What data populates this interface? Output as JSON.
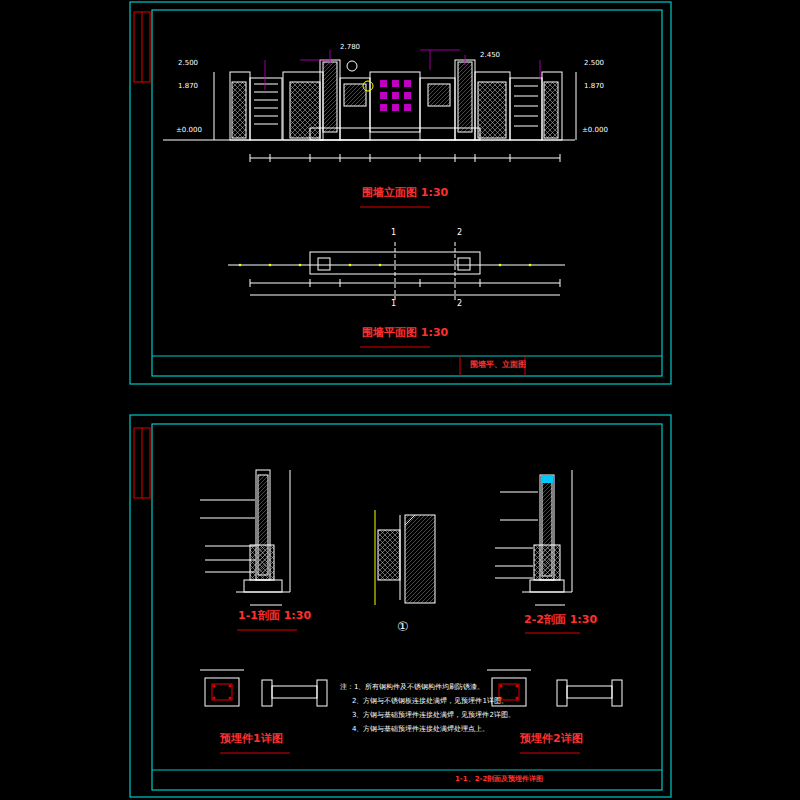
{
  "diagram": {
    "labels": [
      "围墙立面图 1:30",
      "围墙平面图 1:30",
      "围墙平、立面图",
      "1-1剖面 1:30",
      "2-2剖面 1:30",
      "①",
      "预埋件1详图",
      "预埋件2详图",
      "注：1、所有钢构件及不锈钢构件均刷防锈漆。",
      "2、方钢与不锈钢板连接处满焊，见预埋件1详图。",
      "3、方钢与基础预埋件连接处满焊，见预埋件2详图。",
      "4、方钢与基础预埋件连接处满焊处理点上。",
      "1-1、2-2剖面及预埋件详图",
      "2.500",
      "1.870",
      "±0.000",
      "2.500",
      "1.870",
      "±0.000",
      "2.780",
      "2.450",
      "1",
      "2",
      "1",
      "2"
    ]
  }
}
